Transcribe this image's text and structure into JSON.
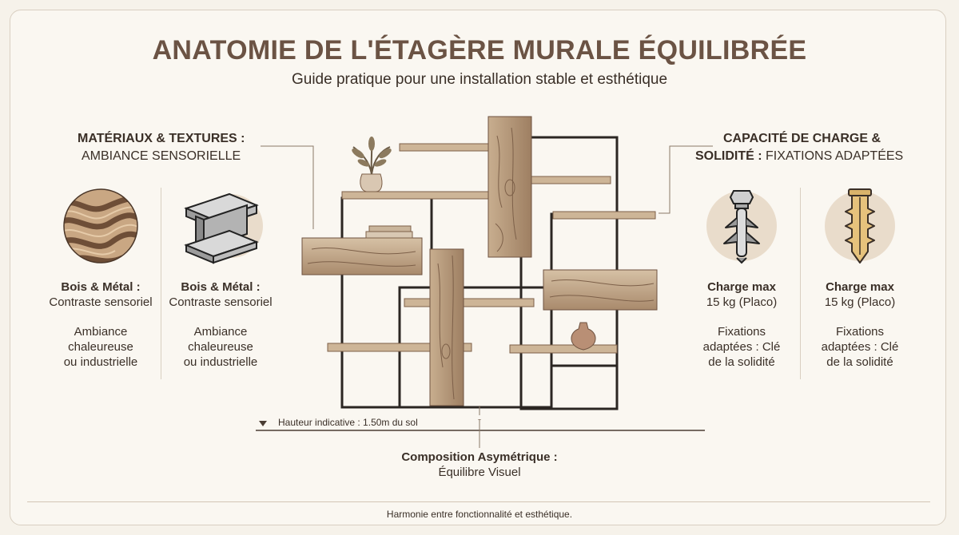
{
  "header": {
    "title": "ANATOMIE DE L'ÉTAGÈRE MURALE ÉQUILIBRÉE",
    "subtitle": "Guide pratique pour une installation stable et esthétique"
  },
  "left_section": {
    "heading_bold": "MATÉRIAUX & TEXTURES :",
    "heading_rest": "AMBIANCE SENSORIELLE",
    "columns": [
      {
        "icon": "wood-grain-icon",
        "title": "Bois & Métal :",
        "subtitle": "Contraste sensoriel",
        "desc_lines": [
          "Ambiance",
          "chaleureuse",
          "ou industrielle"
        ]
      },
      {
        "icon": "steel-beam-icon",
        "title": "Bois & Métal :",
        "subtitle": "Contraste sensoriel",
        "desc_lines": [
          "Ambiance",
          "chaleureuse",
          "ou industrielle"
        ]
      }
    ]
  },
  "right_section": {
    "heading_line1": "CAPACITÉ DE CHARGE &",
    "heading_bold2": "SOLIDITÉ :",
    "heading_rest2": "FIXATIONS ADAPTÉES",
    "columns": [
      {
        "icon": "anchor-bolt-icon",
        "title": "Charge max",
        "subtitle": "15 kg (Placo)",
        "desc_lines": [
          "Fixations",
          "adaptées : Clé",
          "de la solidité"
        ]
      },
      {
        "icon": "wall-plug-icon",
        "title": "Charge max",
        "subtitle": "15 kg (Placo)",
        "desc_lines": [
          "Fixations",
          "adaptées : Clé",
          "de la solidité"
        ]
      }
    ]
  },
  "center": {
    "height_label": "Hauteur indicative : 1.50m du sol",
    "composition_title": "Composition Asymétrique :",
    "composition_sub": "Équilibre Visuel"
  },
  "footer": {
    "text": "Harmonie entre fonctionnalité et esthétique."
  },
  "colors": {
    "title": "#6b5344",
    "wood_light": "#d4bfa4",
    "wood_mid": "#b99a7a",
    "wood_dark": "#7d6049",
    "metal": "#2b2622",
    "accent_circle": "#e9dccb"
  }
}
